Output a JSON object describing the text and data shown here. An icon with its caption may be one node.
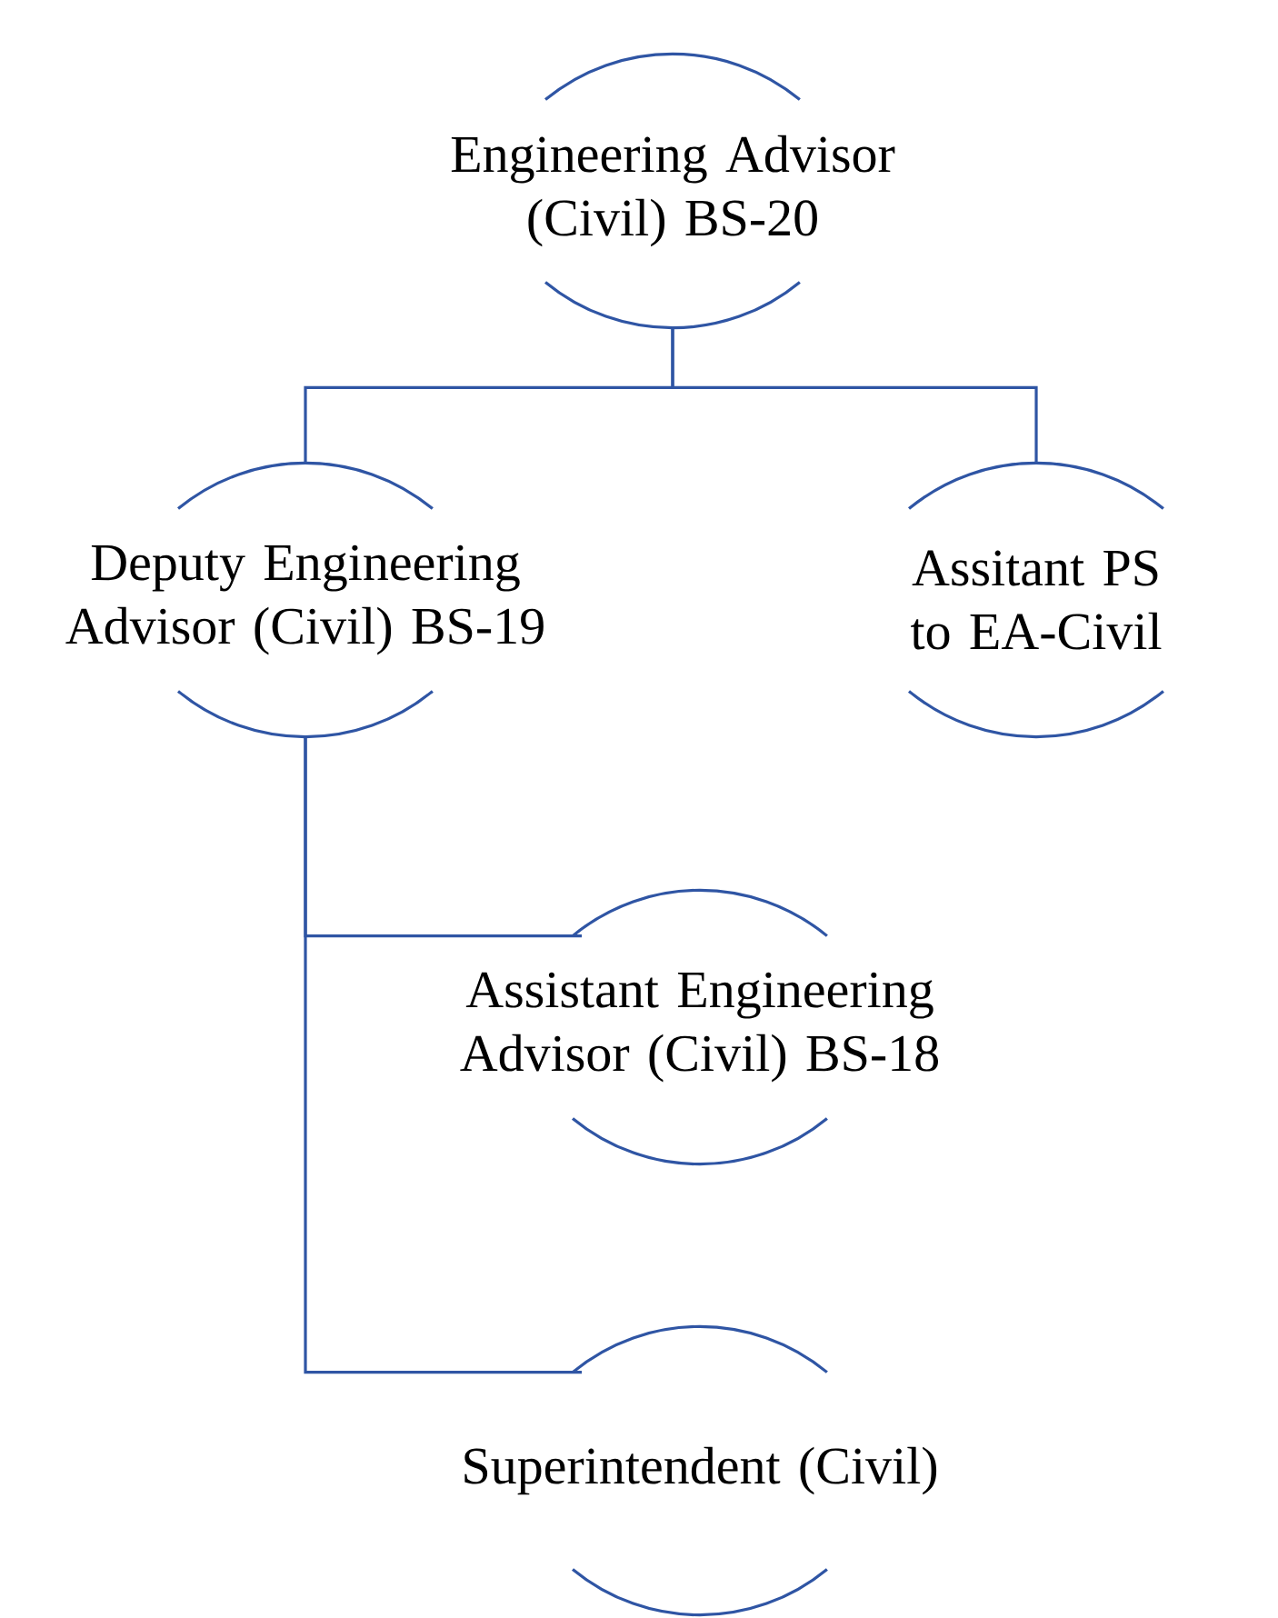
{
  "diagram": {
    "nodes": [
      {
        "text": [
          "Engineering Advisor (Civil) BS-20"
        ]
      },
      {
        "text": [
          "Deputy Engineering Advisor (Civil) BS-19"
        ]
      },
      {
        "text": [
          "Assitant PS to EA-Civil"
        ]
      },
      {
        "text": [
          "Assistant Engineering Advisor (Civil) BS-18"
        ]
      },
      {
        "text": [
          "Superintendent (Civil)"
        ]
      }
    ],
    "edges": [
      {
        "from": 0,
        "to": 1,
        "arrow": "none"
      },
      {
        "from": 0,
        "to": 2,
        "arrow": "none"
      },
      {
        "from": 1,
        "to": 3,
        "arrow": "none"
      },
      {
        "from": 1,
        "to": 4,
        "arrow": "none"
      }
    ]
  }
}
